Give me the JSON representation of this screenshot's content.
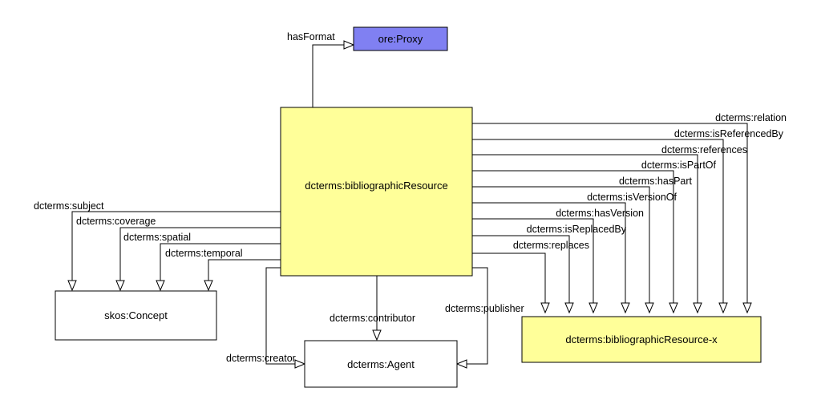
{
  "nodes": {
    "proxy": {
      "label": "ore:Proxy",
      "fill": "#8080f2"
    },
    "resource": {
      "label": "dcterms:bibliographicResource",
      "fill": "#ffff99"
    },
    "concept": {
      "label": "skos:Concept",
      "fill": "#ffffff"
    },
    "agent": {
      "label": "dcterms:Agent",
      "fill": "#ffffff"
    },
    "resource_x": {
      "label": "dcterms:bibliographicResource-x",
      "fill": "#ffff99"
    }
  },
  "edges": {
    "has_format": "hasFormat",
    "relation": "dcterms:relation",
    "is_referenced_by": "dcterms:isReferencedBy",
    "references": "dcterms:references",
    "is_part_of": "dcterms:isPartOf",
    "has_part": "dcterms:hasPart",
    "is_version_of": "dcterms:isVersionOf",
    "has_version": "dcterms:hasVersion",
    "is_replaced_by": "dcterms:isReplacedBy",
    "replaces": "dcterms:replaces",
    "subject": "dcterms:subject",
    "coverage": "dcterms:coverage",
    "spatial": "dcterms:spatial",
    "temporal": "dcterms:temporal",
    "contributor": "dcterms:contributor",
    "publisher": "dcterms:publisher",
    "creator": "dcterms:creator"
  }
}
